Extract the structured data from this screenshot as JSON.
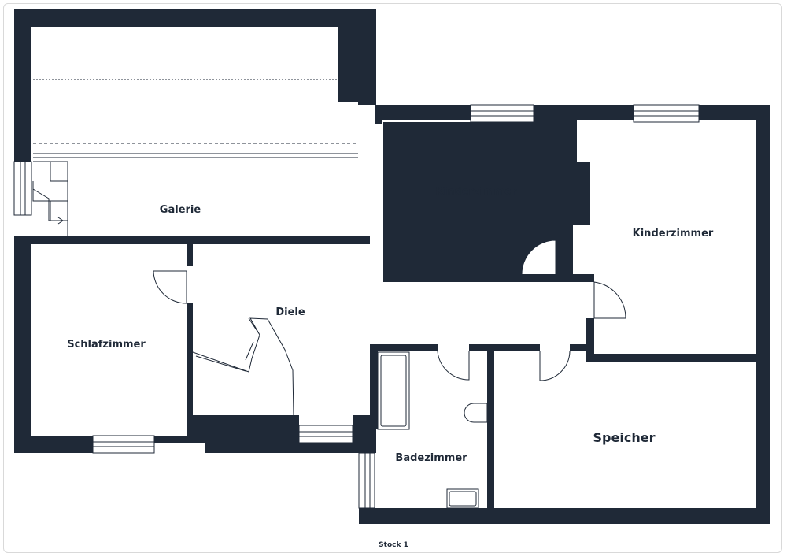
{
  "floor_label": "Stock 1",
  "rooms": {
    "galerie": "Galerie",
    "kinderzimmer_1": "Kinderzimmer",
    "kinderzimmer_2": "Kinderzimmer",
    "diele": "Diele",
    "schlafzimmer": "Schlafzimmer",
    "badezimmer": "Badezimmer",
    "speicher": "Speicher"
  },
  "colors": {
    "wall": "#1f2937",
    "floor": "#ffffff",
    "line": "#1f2937"
  }
}
